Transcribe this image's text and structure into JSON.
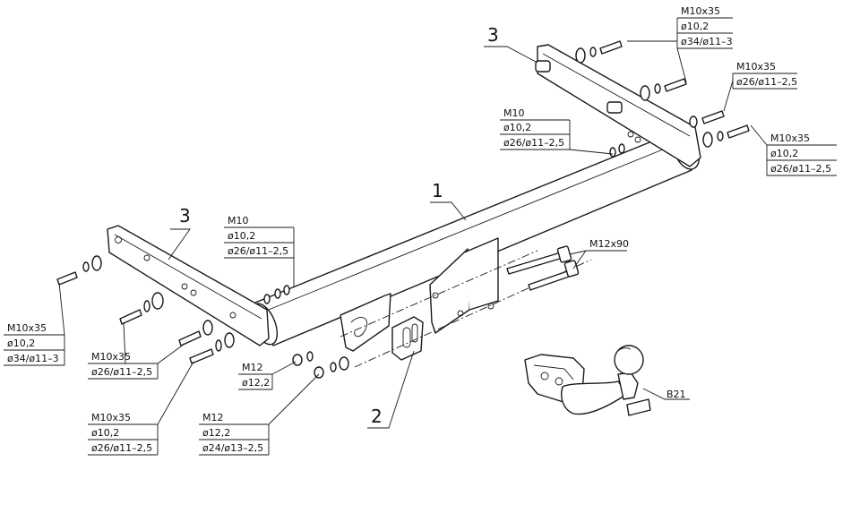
{
  "parts": {
    "p1": "1",
    "p2": "2",
    "p3_left": "3",
    "p3_right": "3",
    "ball": "B21"
  },
  "labels": {
    "tr1": [
      "M10x35",
      "ø10,2",
      "ø34/ø11–3"
    ],
    "tr2": [
      "M10x35",
      "ø26/ø11–2,5"
    ],
    "tr3": [
      "M10",
      "ø10,2",
      "ø26/ø11–2,5"
    ],
    "tr4": [
      "M10x35",
      "ø10,2",
      "ø26/ø11–2,5"
    ],
    "m12x90": [
      "M12x90"
    ],
    "ml1": [
      "M10",
      "ø10,2",
      "ø26/ø11–2,5"
    ],
    "ml2": [
      "M10x35",
      "ø10,2",
      "ø34/ø11–3"
    ],
    "ml3": [
      "M10x35",
      "ø26/ø11–2,5"
    ],
    "ml4": [
      "M12",
      "ø12,2"
    ],
    "ml5": [
      "M10x35",
      "ø10,2",
      "ø26/ø11–2,5"
    ],
    "ml6": [
      "M12",
      "ø12,2",
      "ø24/ø13–2,5"
    ]
  }
}
